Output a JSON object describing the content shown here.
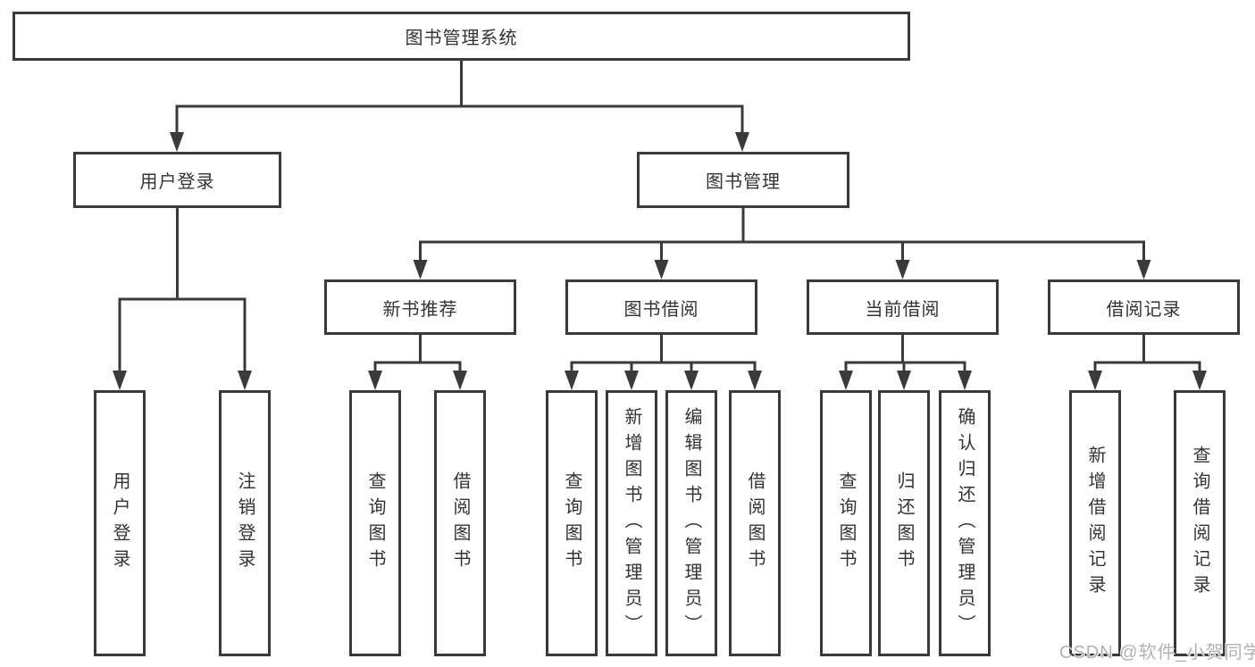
{
  "nodes": {
    "root": "图书管理系统",
    "user_login": "用户登录",
    "book_mgmt": "图书管理",
    "new_book": "新书推荐",
    "book_borrow": "图书借阅",
    "current_borrow": "当前借阅",
    "borrow_records": "借阅记录"
  },
  "leaves": {
    "login": [
      "用户登录",
      "注销登录"
    ],
    "new_book": [
      "查询图书",
      "借阅图书"
    ],
    "borrow": [
      "查询图书",
      "新增图书（管理员）",
      "编辑图书（管理员）",
      "借阅图书"
    ],
    "current": [
      "查询图书",
      "归还图书",
      "确认归还（管理员）"
    ],
    "records": [
      "新增借阅记录",
      "查询借阅记录"
    ]
  },
  "watermark": "CSDN @软件_小贺同学",
  "colors": {
    "line": "#3a3a3a",
    "text": "#333333",
    "watermark": "#b2b2b2",
    "background": "#ffffff"
  }
}
